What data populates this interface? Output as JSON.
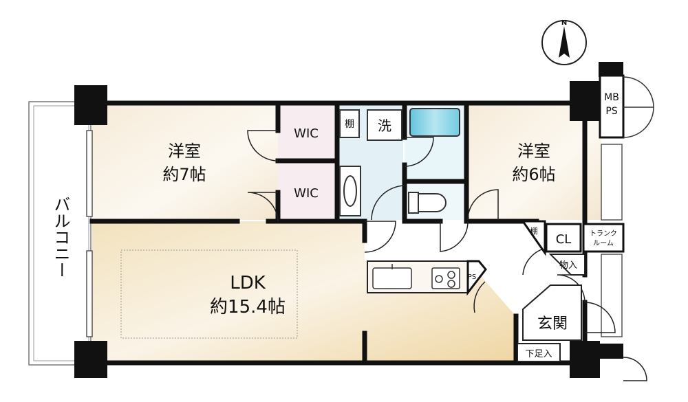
{
  "rooms": {
    "western_room_left": {
      "name": "洋室",
      "size": "約7帖"
    },
    "western_room_right": {
      "name": "洋室",
      "size": "約6帖"
    },
    "ldk": {
      "name": "LDK",
      "size": "約15.4帖"
    },
    "wic_upper": "WIC",
    "wic_lower": "WIC",
    "shelf_upper": "棚",
    "shelf_lower": "棚",
    "washroom": "洗",
    "closet": "CL",
    "trunk_room_line1": "トランク",
    "trunk_room_line2": "ルーム",
    "storage": "物入",
    "entrance": "玄関",
    "shoe_box": "下足入",
    "ps_kitchen": "PS",
    "mb_line1": "MB",
    "mb_line2": "PS",
    "balcony": "バルコニー"
  },
  "compass": {
    "north": "N"
  },
  "colors": {
    "wall": "#111111",
    "room_floor": "#f6eee2",
    "ldk_floor": "#f0d9a8",
    "wet_area": "#e3f1f6",
    "wic_floor": "#f7ecef",
    "bath": "#8fd3e6"
  }
}
